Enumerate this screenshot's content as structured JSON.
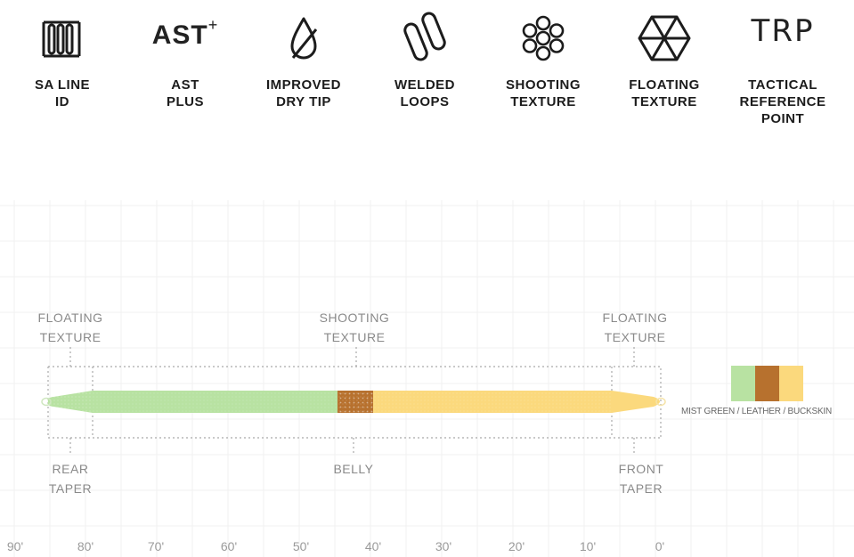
{
  "features": [
    {
      "icon": "spool-icon",
      "label": "SA LINE\nID"
    },
    {
      "icon": "ast-plus-icon",
      "label": "AST\nPLUS",
      "icon_text": "AST",
      "icon_sup": "+"
    },
    {
      "icon": "dry-tip-drop-icon",
      "label": "IMPROVED\nDRY TIP"
    },
    {
      "icon": "welded-loops-icon",
      "label": "WELDED\nLOOPS"
    },
    {
      "icon": "shooting-texture-icon",
      "label": "SHOOTING\nTEXTURE"
    },
    {
      "icon": "floating-texture-icon",
      "label": "FLOATING\nTEXTURE"
    },
    {
      "icon": "trp-icon",
      "label": "TACTICAL\nREFERENCE\nPOINT",
      "icon_text": "TRP"
    }
  ],
  "diagram": {
    "top_labels": [
      {
        "id": "floating-texture-rear",
        "text": "FLOATING\nTEXTURE"
      },
      {
        "id": "shooting-texture",
        "text": "SHOOTING\nTEXTURE"
      },
      {
        "id": "floating-texture-front",
        "text": "FLOATING\nTEXTURE"
      }
    ],
    "bottom_labels": [
      {
        "id": "rear-taper",
        "text": "REAR\nTAPER"
      },
      {
        "id": "belly",
        "text": "BELLY"
      },
      {
        "id": "front-taper",
        "text": "FRONT\nTAPER"
      }
    ],
    "axis_ticks": [
      "90'",
      "80'",
      "70'",
      "60'",
      "50'",
      "40'",
      "30'",
      "20'",
      "10'",
      "0'"
    ],
    "line_colors": {
      "mist_green": "#b8e2a2",
      "leather": "#b7712e",
      "buckskin": "#fbd97d"
    },
    "color_label": "MIST GREEN / LEATHER / BUCKSKIN"
  }
}
